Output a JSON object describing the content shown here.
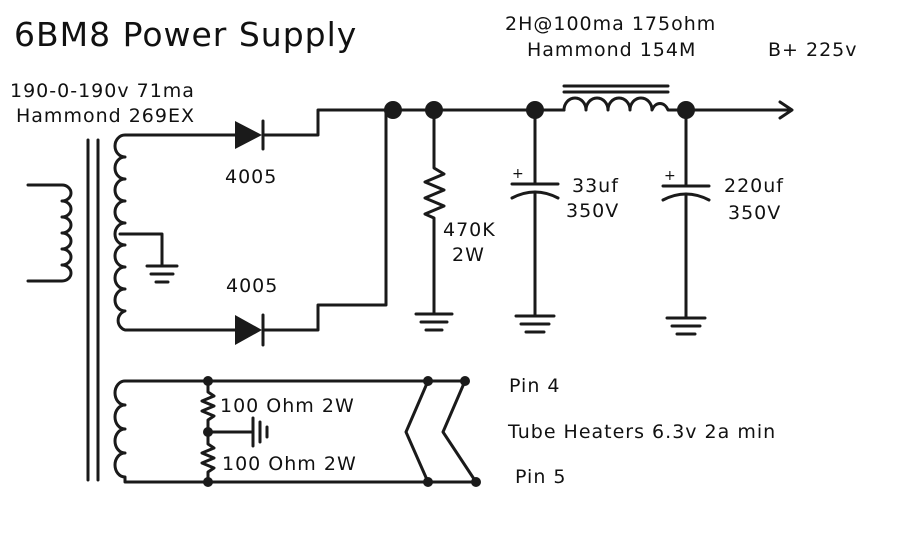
{
  "title": "6BM8 Power Supply",
  "transformer": {
    "spec": "190-0-190v 71ma",
    "part": "Hammond 269EX"
  },
  "choke": {
    "spec": "2H@100ma 175ohm",
    "part": "Hammond 154M"
  },
  "output_label": "B+ 225v",
  "diode_top": "4005",
  "diode_bottom": "4005",
  "resistor": {
    "value": "470K",
    "power": "2W"
  },
  "cap1": {
    "value": "33uf",
    "voltage": "350V",
    "polarity": "+"
  },
  "cap2": {
    "value": "220uf",
    "voltage": "350V",
    "polarity": "+"
  },
  "heater": {
    "res_top": "100 Ohm 2W",
    "res_bottom": "100 Ohm 2W",
    "pin_top": "Pin 4",
    "pin_bottom": "Pin 5",
    "description": "Tube Heaters 6.3v 2a min"
  }
}
